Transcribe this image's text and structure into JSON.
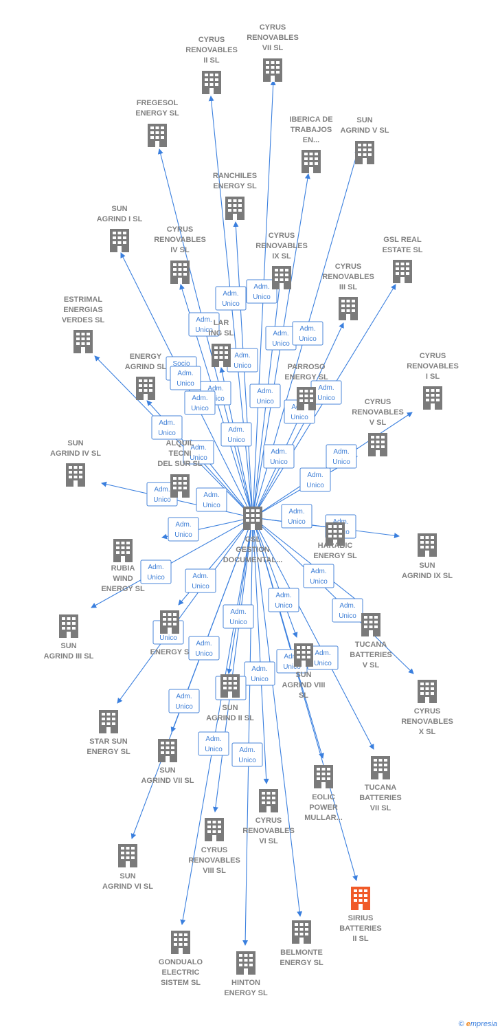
{
  "center": {
    "label": [
      "GSL",
      "GESTION",
      "DOCUMENTAL..."
    ],
    "color": "#7a7a7a"
  },
  "edge_color": "#3a7fde",
  "highlight_color": "#f05a28",
  "building_color": "#7a7a7a",
  "nodes": [
    {
      "id": "cyrus-vii",
      "label": [
        "CYRUS",
        "RENOVABLES",
        "VII  SL"
      ]
    },
    {
      "id": "cyrus-ii",
      "label": [
        "CYRUS",
        "RENOVABLES",
        "II  SL"
      ]
    },
    {
      "id": "fregesol",
      "label": [
        "FREGESOL",
        "ENERGY  SL"
      ]
    },
    {
      "id": "iberica",
      "label": [
        "IBERICA DE",
        "TRABAJOS",
        "EN..."
      ]
    },
    {
      "id": "sun-v",
      "label": [
        "SUN",
        "AGRIND V  SL"
      ]
    },
    {
      "id": "ranchiles",
      "label": [
        "RANCHILES",
        "ENERGY  SL"
      ]
    },
    {
      "id": "sun-i",
      "label": [
        "SUN",
        "AGRIND I  SL"
      ]
    },
    {
      "id": "cyrus-iv",
      "label": [
        "CYRUS",
        "RENOVABLES",
        "IV  SL"
      ]
    },
    {
      "id": "cyrus-ix",
      "label": [
        "CYRUS",
        "RENOVABLES",
        "IX  SL"
      ]
    },
    {
      "id": "gsl-real",
      "label": [
        "GSL REAL",
        "ESTATE  SL"
      ]
    },
    {
      "id": "cyrus-iii",
      "label": [
        "CYRUS",
        "RENOVABLES",
        "III  SL"
      ]
    },
    {
      "id": "estrimal",
      "label": [
        "ESTRIMAL",
        "ENERGIAS",
        "VERDES  SL"
      ]
    },
    {
      "id": "solar",
      "label": [
        "LAR",
        "ING SL"
      ]
    },
    {
      "id": "energy-agrind",
      "label": [
        "ENERGY",
        "AGRIND  SL"
      ]
    },
    {
      "id": "parroso",
      "label": [
        "PARROSO",
        "ENERGY  SL"
      ]
    },
    {
      "id": "cyrus-i",
      "label": [
        "CYRUS",
        "RENOVABLES",
        "I  SL"
      ]
    },
    {
      "id": "cyrus-v",
      "label": [
        "CYRUS",
        "RENOVABLES",
        "V  SL"
      ]
    },
    {
      "id": "sun-iv",
      "label": [
        "SUN",
        "AGRIND IV  SL"
      ]
    },
    {
      "id": "alquil",
      "label": [
        "ALQUIL",
        "TECNI",
        "DEL SUR SL"
      ]
    },
    {
      "id": "harabic",
      "label": [
        "HARABIC",
        "ENERGY  SL"
      ]
    },
    {
      "id": "sun-ix",
      "label": [
        "SUN",
        "AGRIND IX  SL"
      ]
    },
    {
      "id": "rubia",
      "label": [
        "RUBIA",
        "WIND",
        "ENERGY  SL"
      ]
    },
    {
      "id": "sun-iii",
      "label": [
        "SUN",
        "AGRIND III  SL"
      ]
    },
    {
      "id": "energy-s",
      "label": [
        "ENERGY  S"
      ]
    },
    {
      "id": "tucana-v",
      "label": [
        "TUCANA",
        "BATTERIES",
        "V  SL"
      ]
    },
    {
      "id": "cyrus-x",
      "label": [
        "CYRUS",
        "RENOVABLES",
        "X  SL"
      ]
    },
    {
      "id": "sun-viii",
      "label": [
        "SUN",
        "AGRIND VIII",
        "SL"
      ]
    },
    {
      "id": "sun-ii",
      "label": [
        "SUN",
        "AGRIND II  SL"
      ]
    },
    {
      "id": "star-sun",
      "label": [
        "STAR SUN",
        "ENERGY  SL"
      ]
    },
    {
      "id": "sun-vii",
      "label": [
        "SUN",
        "AGRIND VII  SL"
      ]
    },
    {
      "id": "tucana-vii",
      "label": [
        "TUCANA",
        "BATTERIES",
        "VII  SL"
      ]
    },
    {
      "id": "eolic",
      "label": [
        "EOLIC",
        "POWER",
        "MULLAR..."
      ]
    },
    {
      "id": "cyrus-vi",
      "label": [
        "CYRUS",
        "RENOVABLES",
        "VI  SL"
      ]
    },
    {
      "id": "cyrus-viii",
      "label": [
        "CYRUS",
        "RENOVABLES",
        "VIII  SL"
      ]
    },
    {
      "id": "sun-vi",
      "label": [
        "SUN",
        "AGRIND VI  SL"
      ]
    },
    {
      "id": "sirius",
      "label": [
        "SIRIUS",
        "BATTERIES",
        "II  SL"
      ],
      "highlight": true
    },
    {
      "id": "belmonte",
      "label": [
        "BELMONTE",
        "ENERGY  SL"
      ]
    },
    {
      "id": "gondualo",
      "label": [
        "GONDUALO",
        "ELECTRIC",
        "SISTEM  SL"
      ]
    },
    {
      "id": "hinton",
      "label": [
        "HINTON",
        "ENERGY  SL"
      ]
    }
  ],
  "relation_labels": [
    [
      "Adm.",
      "Unico"
    ],
    [
      "Adm.",
      "Unico"
    ],
    [
      "Adm.",
      "Unico"
    ],
    [
      "Adm.",
      "Unico"
    ],
    [
      "Adm.",
      "Unico"
    ],
    [
      "Adm.",
      "Unico"
    ],
    [
      "Socio",
      "..."
    ],
    [
      "Adm.",
      "Unico"
    ],
    [
      "Adm.",
      "Unico"
    ],
    [
      "Adm.",
      "Unico"
    ],
    [
      "Adm.",
      "Unico"
    ],
    [
      "Adm.",
      "Unico"
    ],
    [
      "Adm.",
      "Unico"
    ],
    [
      "Adm.",
      "Unico"
    ],
    [
      "Adm.",
      "Unico"
    ],
    [
      "Adm.",
      "Unico"
    ],
    [
      "Adm.",
      "Unico"
    ],
    [
      "Adm.",
      "Unico"
    ],
    [
      "Adm.",
      "Unico"
    ],
    [
      "Adm.",
      "Unico"
    ],
    [
      "Adm.",
      "Unico"
    ],
    [
      "Adm.",
      "Unico"
    ],
    [
      "Adm.",
      "Unico"
    ],
    [
      "Adm.",
      "Unico"
    ],
    [
      "Adm.",
      "Unico"
    ],
    [
      "Adm.",
      "Unico"
    ],
    [
      "Adm.",
      "Unico"
    ],
    [
      "Adm.",
      "Unico"
    ],
    [
      "Adm.",
      "Unico"
    ],
    [
      "Adm.",
      "Unico"
    ],
    [
      "Adm.",
      "Unico"
    ],
    [
      "Adm.",
      "Unico"
    ],
    [
      "Adm.",
      "Unico"
    ],
    [
      "Adm.",
      "Unico"
    ],
    [
      "Adm.",
      "Unico"
    ],
    [
      "Adm.",
      "Unico"
    ],
    [
      "Adm.",
      "Unico"
    ],
    [
      "Adm.",
      "Unico"
    ],
    [
      "Adm.",
      "Unico"
    ]
  ],
  "footer": {
    "copyright": "©",
    "brand_e": "e",
    "brand_rest": "mpresia"
  }
}
